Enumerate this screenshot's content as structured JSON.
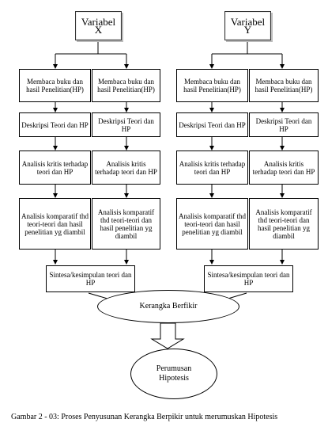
{
  "variables": {
    "x": "Variabel X",
    "y": "Variabel Y"
  },
  "steps": {
    "read": "Membaca buku dan hasil Penelitian(HP)",
    "describe": "Deskripsi Teori dan HP",
    "critical": "Analisis kritis terhadap teori dan HP",
    "comparative": "Analisis komparatif thd teori-teori dan hasil penelitian yg diambil"
  },
  "synthesis": "Sintesa/kesimpulan teori dan HP",
  "framework": "Kerangka Berfikir",
  "hypothesis": "Perumusan Hipotesis",
  "caption": "Gambar 2 - 03: Proses Penyusunan Kerangka Berpikir untuk merumuskan Hipotesis"
}
